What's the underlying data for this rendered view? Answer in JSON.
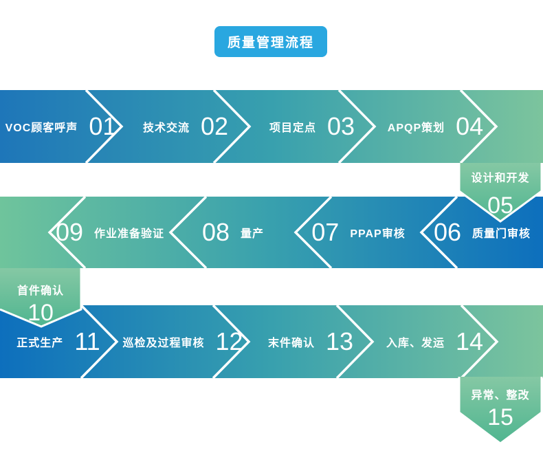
{
  "title": {
    "text": "质量管理流程"
  },
  "palette": {
    "badge_blue": "#29a7e0",
    "row1_blue": "#1e76b9",
    "deep_blue": "#0d6fbd",
    "teal_mid": "#38a0ae",
    "light_green": "#7cc49d",
    "row2_green": "#6fc49c",
    "pentagon_green_top": "#85c8a4",
    "pentagon_green_bottom": "#4fb590",
    "text_white": "#ffffff"
  },
  "flow": {
    "rows": [
      {
        "direction": "right",
        "steps": [
          {
            "num": "01",
            "label": "VOC顾客呼声"
          },
          {
            "num": "02",
            "label": "技术交流"
          },
          {
            "num": "03",
            "label": "项目定点"
          },
          {
            "num": "04",
            "label": "APQP策划"
          }
        ]
      },
      {
        "direction": "left",
        "steps": [
          {
            "num": "06",
            "label": "质量门审核"
          },
          {
            "num": "07",
            "label": "PPAP审核"
          },
          {
            "num": "08",
            "label": "量产"
          },
          {
            "num": "09",
            "label": "作业准备验证"
          }
        ]
      },
      {
        "direction": "right",
        "steps": [
          {
            "num": "11",
            "label": "正式生产"
          },
          {
            "num": "12",
            "label": "巡检及过程审核"
          },
          {
            "num": "13",
            "label": "末件确认"
          },
          {
            "num": "14",
            "label": "入库、发运"
          }
        ]
      }
    ],
    "connectors": [
      {
        "num": "05",
        "label": "设计和开发"
      },
      {
        "num": "10",
        "label": "首件确认"
      },
      {
        "num": "15",
        "label": "异常、整改"
      }
    ]
  }
}
